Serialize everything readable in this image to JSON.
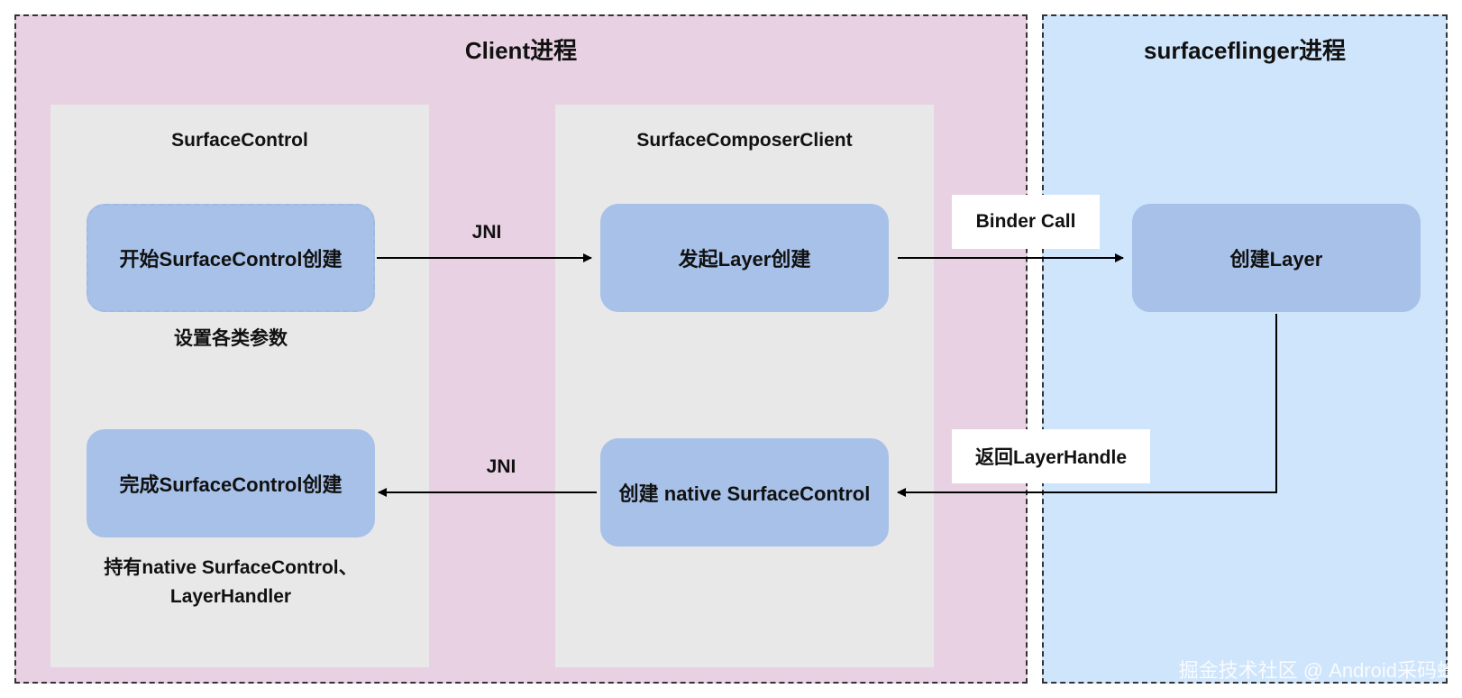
{
  "regions": {
    "client": {
      "title": "Client进程"
    },
    "surfaceflinger": {
      "title": "surfaceflinger进程"
    }
  },
  "lanes": {
    "surface_control": {
      "title": "SurfaceControl"
    },
    "surface_composer_client": {
      "title": "SurfaceComposerClient"
    }
  },
  "nodes": {
    "start_create": "开始SurfaceControl创建",
    "set_params": "设置各类参数",
    "finish_create": "完成SurfaceControl创建",
    "hold_native_line1": "持有native SurfaceControl、",
    "hold_native_line2": "LayerHandler",
    "initiate_layer": "发起Layer创建",
    "create_native": "创建 native SurfaceControl",
    "create_layer": "创建Layer"
  },
  "edges": {
    "jni_top": "JNI",
    "jni_bottom": "JNI",
    "binder_call": "Binder Call",
    "return_handle": "返回LayerHandle"
  },
  "watermark": "掘金技术社区 @ Android采码蜂"
}
